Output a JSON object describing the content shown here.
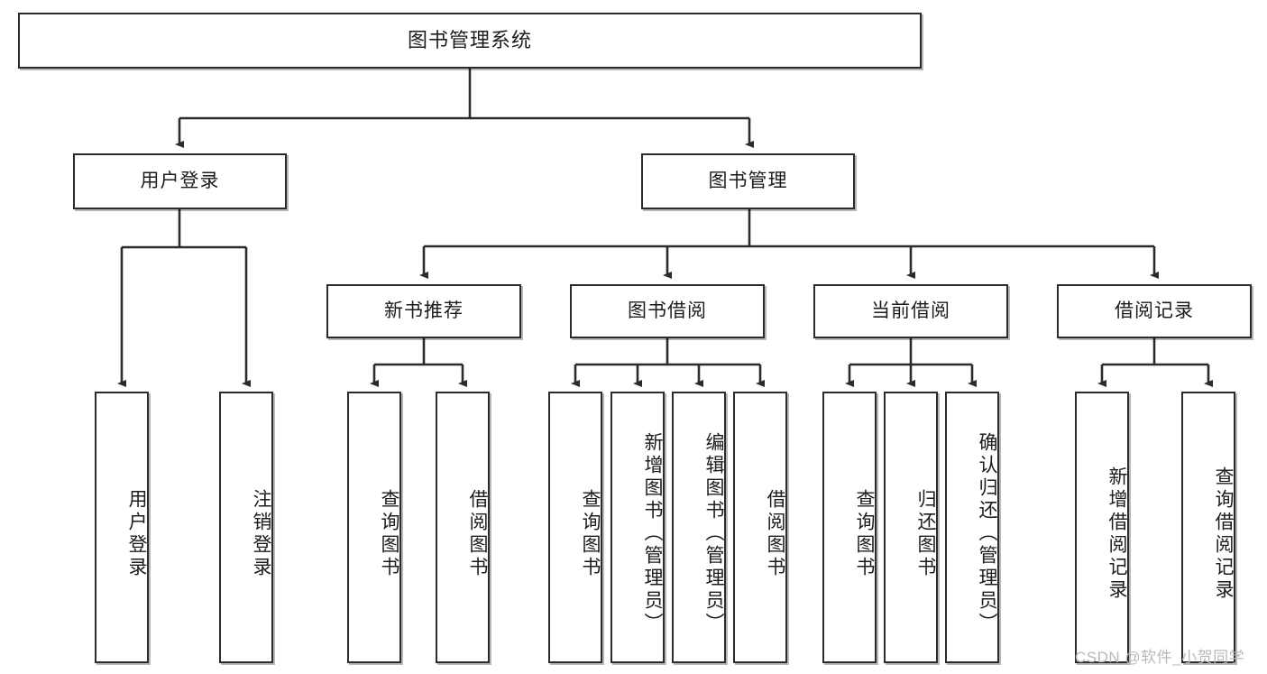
{
  "diagram": {
    "title": "图书管理系统",
    "type": "hierarchy-tree",
    "levels": [
      {
        "level": 1,
        "nodes": [
          {
            "id": "root",
            "label": "图书管理系统",
            "orientation": "horizontal"
          }
        ]
      },
      {
        "level": 2,
        "nodes": [
          {
            "id": "user-login",
            "label": "用户登录",
            "orientation": "horizontal"
          },
          {
            "id": "book-manage",
            "label": "图书管理",
            "orientation": "horizontal"
          }
        ]
      },
      {
        "level": 3,
        "nodes": [
          {
            "id": "new-book-rec",
            "label": "新书推荐",
            "orientation": "horizontal"
          },
          {
            "id": "book-borrow",
            "label": "图书借阅",
            "orientation": "horizontal"
          },
          {
            "id": "current-borrow",
            "label": "当前借阅",
            "orientation": "horizontal"
          },
          {
            "id": "borrow-record",
            "label": "借阅记录",
            "orientation": "horizontal"
          }
        ]
      },
      {
        "level": 4,
        "nodes": [
          {
            "id": "leaf-user-login",
            "label": "用户登录",
            "orientation": "vertical",
            "parent": "user-login"
          },
          {
            "id": "leaf-user-logout",
            "label": "注销登录",
            "orientation": "vertical",
            "parent": "user-login"
          },
          {
            "id": "leaf-query-book-1",
            "label": "查询图书",
            "orientation": "vertical",
            "parent": "new-book-rec"
          },
          {
            "id": "leaf-borrow-book-1",
            "label": "借阅图书",
            "orientation": "vertical",
            "parent": "new-book-rec"
          },
          {
            "id": "leaf-query-book-2",
            "label": "查询图书",
            "orientation": "vertical",
            "parent": "book-borrow"
          },
          {
            "id": "leaf-add-book",
            "label": "新增图书（管理员）",
            "orientation": "vertical",
            "parent": "book-borrow"
          },
          {
            "id": "leaf-edit-book",
            "label": "编辑图书（管理员）",
            "orientation": "vertical",
            "parent": "book-borrow"
          },
          {
            "id": "leaf-borrow-book-2",
            "label": "借阅图书",
            "orientation": "vertical",
            "parent": "book-borrow"
          },
          {
            "id": "leaf-query-book-3",
            "label": "查询图书",
            "orientation": "vertical",
            "parent": "current-borrow"
          },
          {
            "id": "leaf-return-book",
            "label": "归还图书",
            "orientation": "vertical",
            "parent": "current-borrow"
          },
          {
            "id": "leaf-confirm-return",
            "label": "确认归还（管理员）",
            "orientation": "vertical",
            "parent": "current-borrow"
          },
          {
            "id": "leaf-add-record",
            "label": "新增借阅记录",
            "orientation": "vertical",
            "parent": "borrow-record"
          },
          {
            "id": "leaf-query-record",
            "label": "查询借阅记录",
            "orientation": "vertical",
            "parent": "borrow-record"
          }
        ]
      }
    ]
  },
  "watermark": {
    "text": "CSDN @软件_小贺同学"
  },
  "colors": {
    "border": "#2b2b2b",
    "background": "#ffffff",
    "text": "#1c1c1c",
    "watermark": "#b9b9b9"
  }
}
